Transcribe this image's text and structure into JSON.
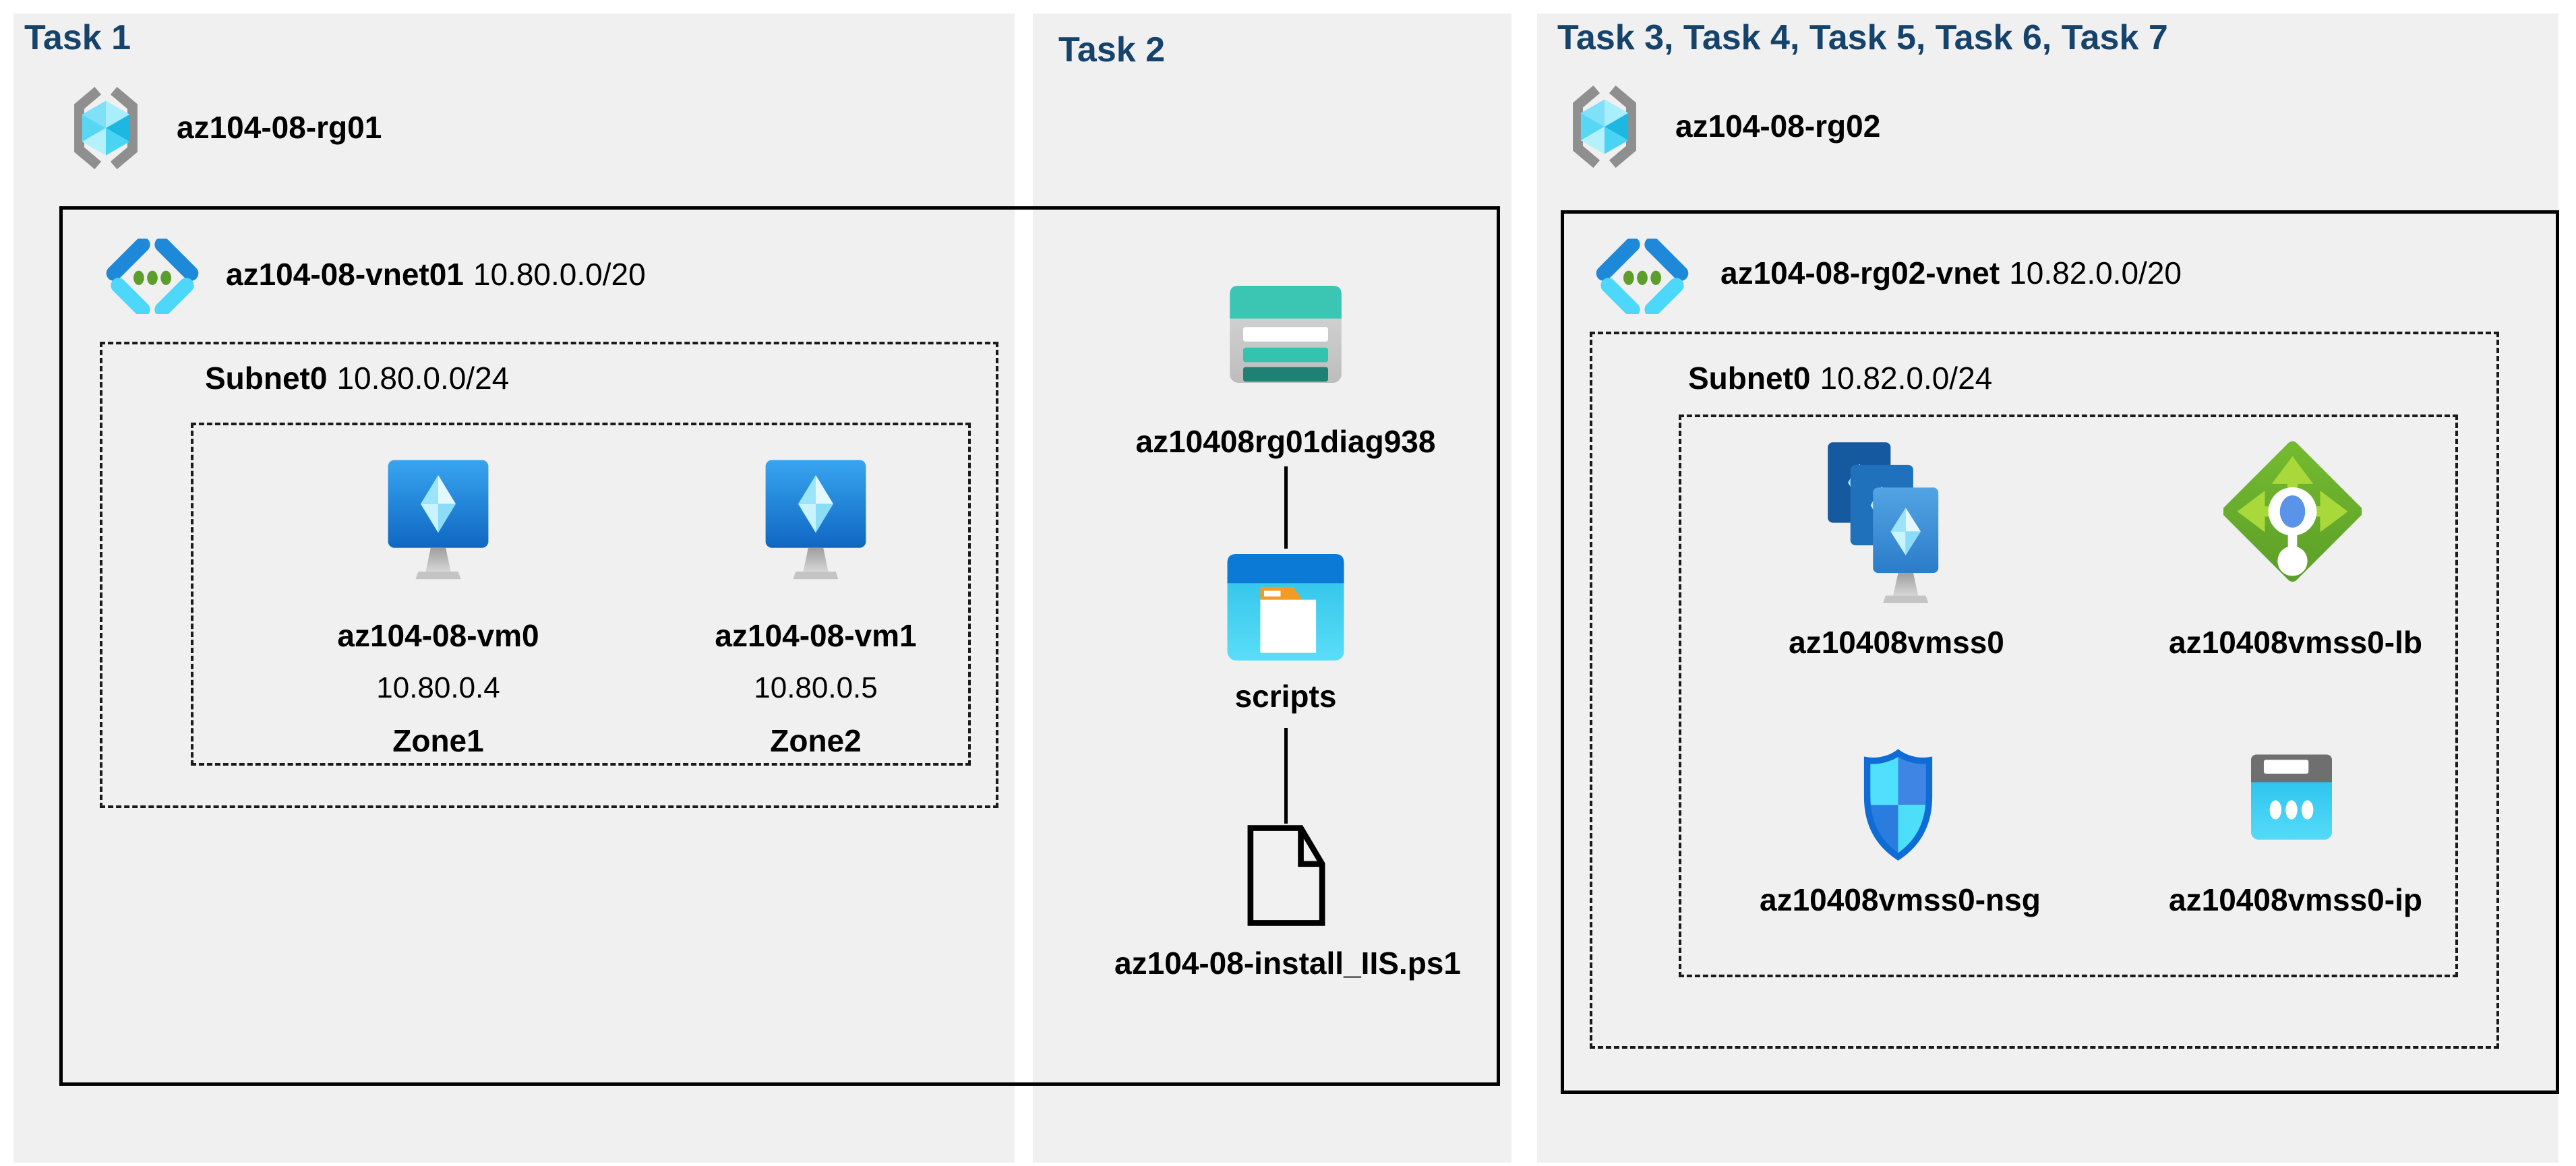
{
  "colors": {
    "header_text": "#15436B",
    "panel_bg": "#F0F0F0",
    "box_border": "#000000"
  },
  "task1": {
    "header": "Task 1",
    "resource_group": "az104-08-rg01",
    "vnet_name": "az104-08-vnet01",
    "vnet_cidr": "10.80.0.0/20",
    "subnet_name": "Subnet0",
    "subnet_cidr": "10.80.0.0/24",
    "vms": [
      {
        "name": "az104-08-vm0",
        "ip": "10.80.0.4",
        "zone": "Zone1",
        "icon": "virtual-machine-icon"
      },
      {
        "name": "az104-08-vm1",
        "ip": "10.80.0.5",
        "zone": "Zone2",
        "icon": "virtual-machine-icon"
      }
    ]
  },
  "task2": {
    "header": "Task 2",
    "storage_account": "az10408rg01diag938",
    "container": "scripts",
    "script_file": "az104-08-install_IIS.ps1",
    "icons": [
      "storage-account-icon",
      "blob-container-icon",
      "file-icon"
    ]
  },
  "task3": {
    "header": "Task 3, Task 4, Task 5, Task 6, Task 7",
    "resource_group": "az104-08-rg02",
    "vnet_name": "az104-08-rg02-vnet",
    "vnet_cidr": "10.82.0.0/20",
    "subnet_name": "Subnet0",
    "subnet_cidr": "10.82.0.0/24",
    "resources": [
      {
        "name": "az10408vmss0",
        "icon": "vm-scale-set-icon"
      },
      {
        "name": "az10408vmss0-lb",
        "icon": "load-balancer-icon"
      },
      {
        "name": "az10408vmss0-nsg",
        "icon": "network-security-group-icon"
      },
      {
        "name": "az10408vmss0-ip",
        "icon": "public-ip-icon"
      }
    ]
  }
}
